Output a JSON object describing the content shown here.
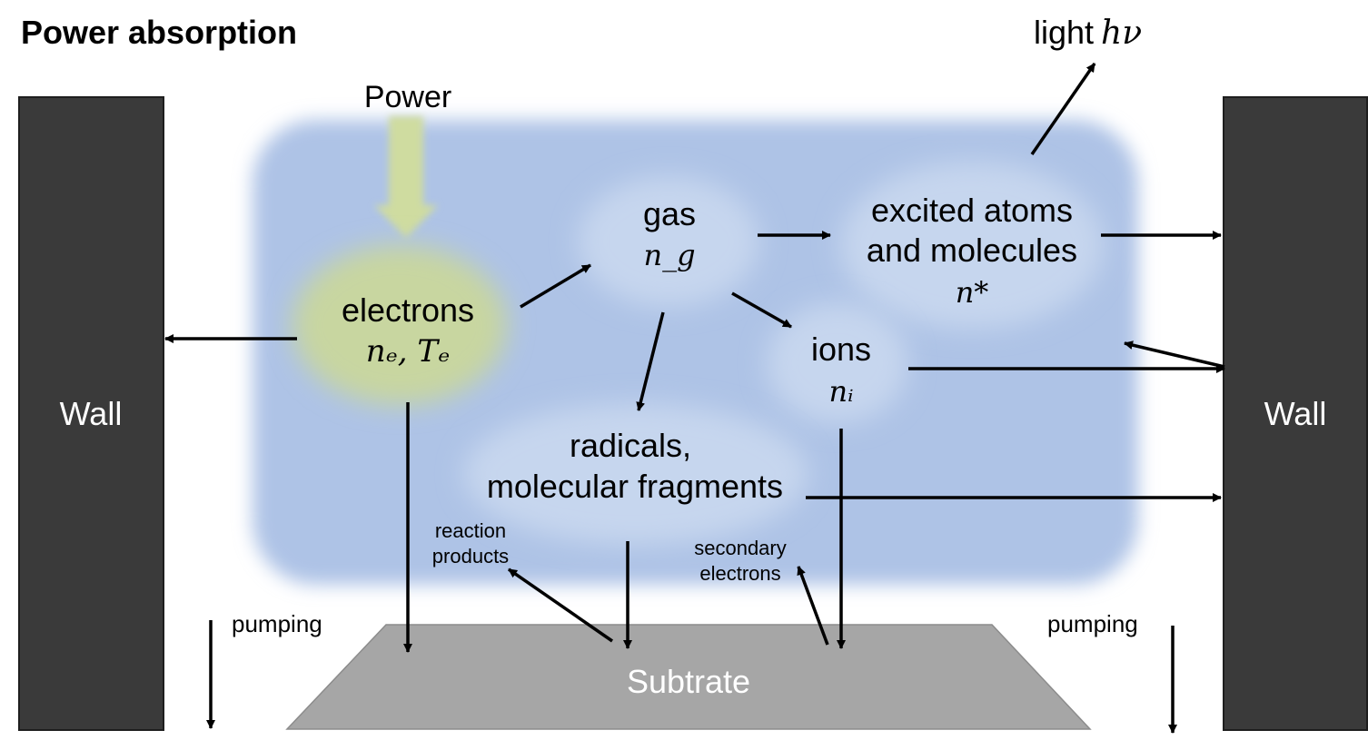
{
  "title": "Power absorption",
  "power_label": "Power",
  "light": {
    "label": "light",
    "symbol": "hν"
  },
  "walls": {
    "left": "Wall",
    "right": "Wall"
  },
  "electrons": {
    "label": "electrons",
    "symbol": "nₑ, Tₑ"
  },
  "gas": {
    "label": "gas",
    "symbol": "n_g"
  },
  "excited": {
    "line1": "excited atoms",
    "line2": "and molecules",
    "symbol": "n*"
  },
  "ions": {
    "label": "ions",
    "symbol": "nᵢ"
  },
  "radicals": {
    "line1": "radicals,",
    "line2": "molecular fragments"
  },
  "reaction_products": {
    "line1": "reaction",
    "line2": "products"
  },
  "secondary_electrons": {
    "line1": "secondary",
    "line2": "electrons"
  },
  "pumping_left": "pumping",
  "pumping_right": "pumping",
  "substrate": "Subtrate",
  "colors": {
    "plasma": "#aec3e6",
    "species_blob": "#c6d6ee",
    "electron_blob": "#c8d6a0",
    "power_arrow": "#cfdca0",
    "wall": "#3a3a3a",
    "substrate": "#a6a6a6"
  }
}
